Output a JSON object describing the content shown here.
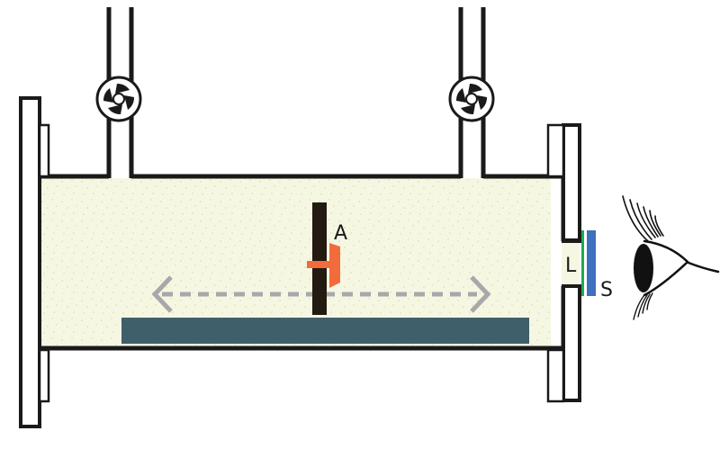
{
  "diagram": {
    "title": "Chamber with valves, movable probe and viewport",
    "labels": {
      "probe": "A",
      "lens": "L",
      "screen": "S"
    },
    "components": [
      {
        "id": "chamber",
        "description": "Horizontal chamber filled with particle-laden medium"
      },
      {
        "id": "valve-left",
        "description": "Left inlet pipe with valve"
      },
      {
        "id": "valve-right",
        "description": "Right inlet pipe with valve"
      },
      {
        "id": "probe",
        "description": "Vertical rod with orange probe A"
      },
      {
        "id": "motion-arrow",
        "description": "Dashed double-headed arrow indicating horizontal travel"
      },
      {
        "id": "base-plate",
        "description": "Dark slate base plate at chamber bottom"
      },
      {
        "id": "lens",
        "description": "Viewport window L"
      },
      {
        "id": "screen",
        "description": "Blue screen/filter S"
      },
      {
        "id": "eye",
        "description": "Observer eye"
      }
    ],
    "colors": {
      "outline": "#1a1a1a",
      "medium": "#f6f7e3",
      "speckle": "#d8d99a",
      "plate": "#3f5f6b",
      "rod": "#231a12",
      "probe": "#f26b3a",
      "arrow": "#a8a8aa",
      "lens_green": "#1faa55",
      "screen_blue": "#3f6fbf"
    }
  }
}
